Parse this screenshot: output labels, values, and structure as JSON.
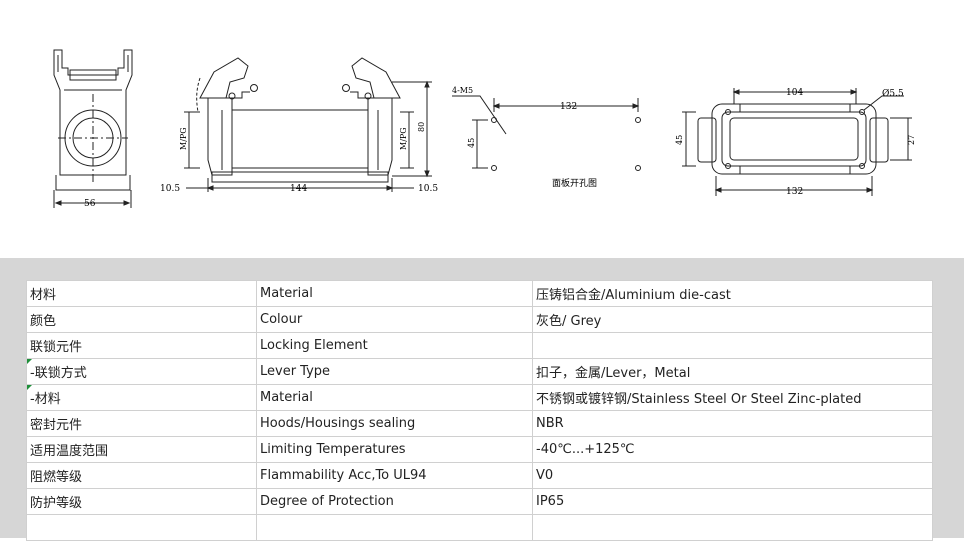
{
  "drawing": {
    "side_view_width": "56",
    "front_left_margin": "10.5",
    "front_right_margin": "10.5",
    "front_width": "144",
    "front_height": "80",
    "gland_left": "M/PG",
    "gland_right": "M/PG",
    "cutout_holes": "4-M5",
    "cutout_spacing_x": "132",
    "cutout_spacing_y": "45",
    "cutout_caption": "面板开孔图",
    "top_view_inner_width": "104",
    "top_view_hole_dia": "Ø5.5",
    "top_view_total_width": "132",
    "top_view_height_left": "45",
    "top_view_height_right": "27"
  },
  "spec_rows": [
    {
      "zh": "材料",
      "en": "Material",
      "value": "压铸铝合金/Aluminium die-cast",
      "flag": false
    },
    {
      "zh": "颜色",
      "en": "Colour",
      "value": "灰色/ Grey",
      "flag": false
    },
    {
      "zh": "联锁元件",
      "en": "Locking Element",
      "value": "",
      "flag": false
    },
    {
      "zh": " -联锁方式",
      "en": "Lever Type",
      "value": "扣子，金属/Lever，Metal",
      "flag": true
    },
    {
      "zh": " -材料",
      "en": "Material",
      "value": "不锈钢或镀锌钢/Stainless Steel Or Steel Zinc-plated",
      "flag": true
    },
    {
      "zh": "密封元件",
      "en": "Hoods/Housings sealing",
      "value": "NBR",
      "flag": false
    },
    {
      "zh": "适用温度范围",
      "en": "Limiting Temperatures",
      "value": "-40℃...+125℃",
      "flag": false
    },
    {
      "zh": "阻燃等级",
      "en": "Flammability Acc,To UL94",
      "value": "V0",
      "flag": false
    },
    {
      "zh": "防护等级",
      "en": "Degree of Protection",
      "value": "IP65",
      "flag": false
    },
    {
      "zh": "",
      "en": "",
      "value": "",
      "flag": false
    }
  ]
}
